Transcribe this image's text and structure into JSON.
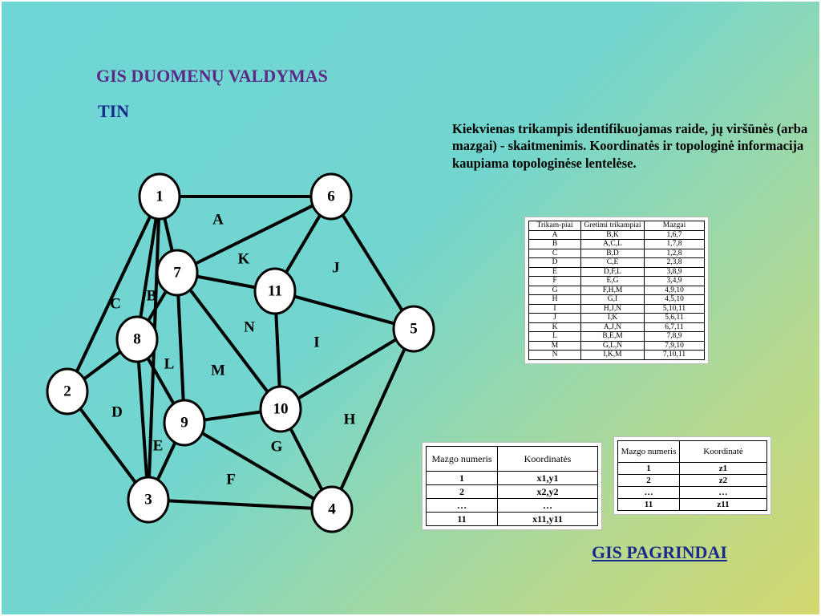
{
  "title": "GIS DUOMENŲ VALDYMAS",
  "subtitle": "TIN",
  "description": "Kiekvienas trikampis identifikuojamas raide, jų viršūnės (arba mazgai) - skaitmenimis. Koordinatės ir topologinė informacija kaupiama topologinėse lentelėse.",
  "footer": "GIS PAGRINDAI",
  "diagram": {
    "nodes": [
      "1",
      "2",
      "3",
      "4",
      "5",
      "6",
      "7",
      "8",
      "9",
      "10",
      "11"
    ],
    "edges": [
      [
        "1",
        "6"
      ],
      [
        "1",
        "7"
      ],
      [
        "1",
        "8"
      ],
      [
        "1",
        "3"
      ],
      [
        "1",
        "2"
      ],
      [
        "6",
        "7"
      ],
      [
        "6",
        "11"
      ],
      [
        "6",
        "5"
      ],
      [
        "7",
        "11"
      ],
      [
        "7",
        "8"
      ],
      [
        "7",
        "9"
      ],
      [
        "7",
        "10"
      ],
      [
        "11",
        "10"
      ],
      [
        "11",
        "5"
      ],
      [
        "8",
        "2"
      ],
      [
        "8",
        "9"
      ],
      [
        "8",
        "3"
      ],
      [
        "10",
        "5"
      ],
      [
        "10",
        "9"
      ],
      [
        "10",
        "4"
      ],
      [
        "5",
        "4"
      ],
      [
        "9",
        "3"
      ],
      [
        "9",
        "4"
      ],
      [
        "2",
        "3"
      ],
      [
        "3",
        "4"
      ]
    ],
    "triangle_labels": [
      "A",
      "B",
      "C",
      "D",
      "E",
      "F",
      "G",
      "H",
      "I",
      "J",
      "K",
      "L",
      "M",
      "N"
    ]
  },
  "triangle_table": {
    "headers": [
      "Trikam-piai",
      "Gretimi trikampiai",
      "Mazgai"
    ],
    "rows": [
      [
        "A",
        "B,K",
        "1,6,7"
      ],
      [
        "B",
        "A,C,L",
        "1,7,8"
      ],
      [
        "C",
        "B,D",
        "1,2,8"
      ],
      [
        "D",
        "C,E",
        "2,3,8"
      ],
      [
        "E",
        "D,F,L",
        "3,8,9"
      ],
      [
        "F",
        "E,G",
        "3,4,9"
      ],
      [
        "G",
        "F,H,M",
        "4,9,10"
      ],
      [
        "H",
        "G,I",
        "4,5,10"
      ],
      [
        "I",
        "H,J,N",
        "5,10,11"
      ],
      [
        "J",
        "I,K",
        "5,6,11"
      ],
      [
        "K",
        "A,J,N",
        "6,7,11"
      ],
      [
        "L",
        "B,E,M",
        "7,8,9"
      ],
      [
        "M",
        "G,L,N",
        "7,9,10"
      ],
      [
        "N",
        "I,K,M",
        "7,10,11"
      ]
    ]
  },
  "coord_table": {
    "headers": [
      "Mazgo numeris",
      "Koordinatės"
    ],
    "rows": [
      [
        "1",
        "x1,y1"
      ],
      [
        "2",
        "x2,y2"
      ],
      [
        "…",
        "…"
      ],
      [
        "11",
        "x11,y11"
      ]
    ]
  },
  "z_table": {
    "headers": [
      "Mazgo numeris",
      "Koordinatė"
    ],
    "rows": [
      [
        "1",
        "z1"
      ],
      [
        "2",
        "z2"
      ],
      [
        "…",
        "…"
      ],
      [
        "11",
        "z11"
      ]
    ]
  }
}
